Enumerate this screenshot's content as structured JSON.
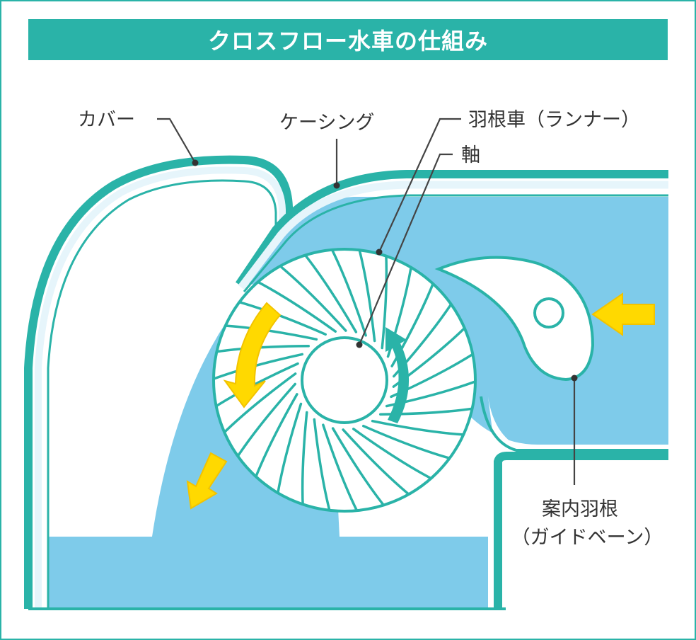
{
  "title": "クロスフロー水車の仕組み",
  "labels": {
    "cover": "カバー",
    "casing": "ケーシング",
    "runner": "羽根車（ランナー）",
    "shaft": "軸",
    "guide_vane_line1": "案内羽根",
    "guide_vane_line2": "（ガイドベーン）"
  },
  "colors": {
    "accent": "#2ab3a8",
    "water": "#7ecbea",
    "flow_arrow": "#ffd900",
    "text": "#333333"
  }
}
